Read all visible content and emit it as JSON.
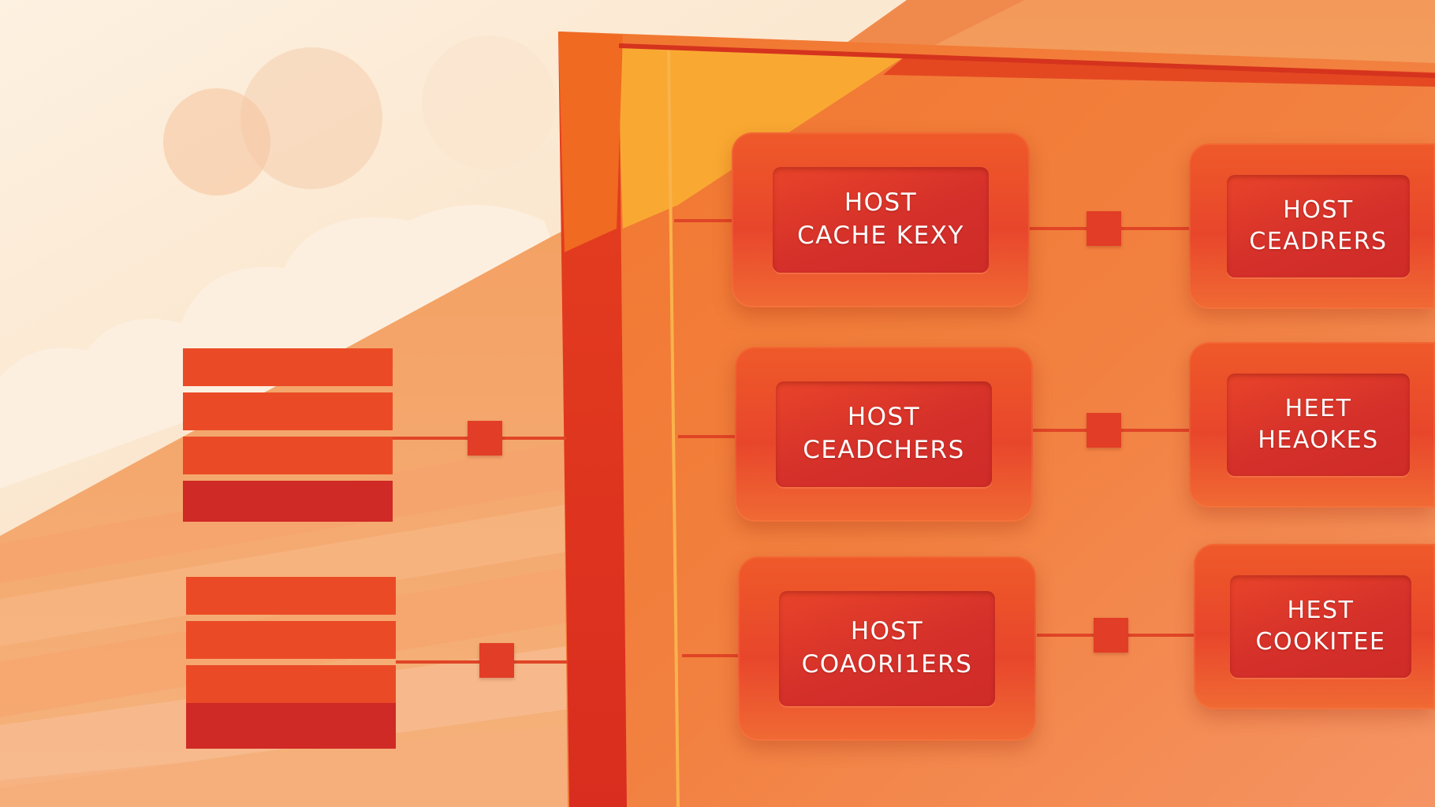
{
  "diagram": {
    "nodes": [
      {
        "id": "host-cache-key",
        "lines": [
          "HOST",
          "CACHE KEXY"
        ]
      },
      {
        "id": "host-ceadchers",
        "lines": [
          "HOST",
          "CEADCHERS"
        ]
      },
      {
        "id": "host-coaori1ers",
        "lines": [
          "HOST",
          "COAORI1ERS"
        ]
      },
      {
        "id": "host-ceadrers",
        "lines": [
          "HOST",
          "CEADRERS"
        ]
      },
      {
        "id": "heet-heaokes",
        "lines": [
          "HEET",
          "HEAOKES"
        ]
      },
      {
        "id": "hest-cookitee",
        "lines": [
          "HEST",
          "COOKITEE"
        ]
      }
    ],
    "colors": {
      "accent": "#e8462b",
      "dark_accent": "#cf2a25",
      "frame": "#e94e24",
      "highlight": "#f7a23a",
      "background_light": "#fbe9d3"
    }
  }
}
